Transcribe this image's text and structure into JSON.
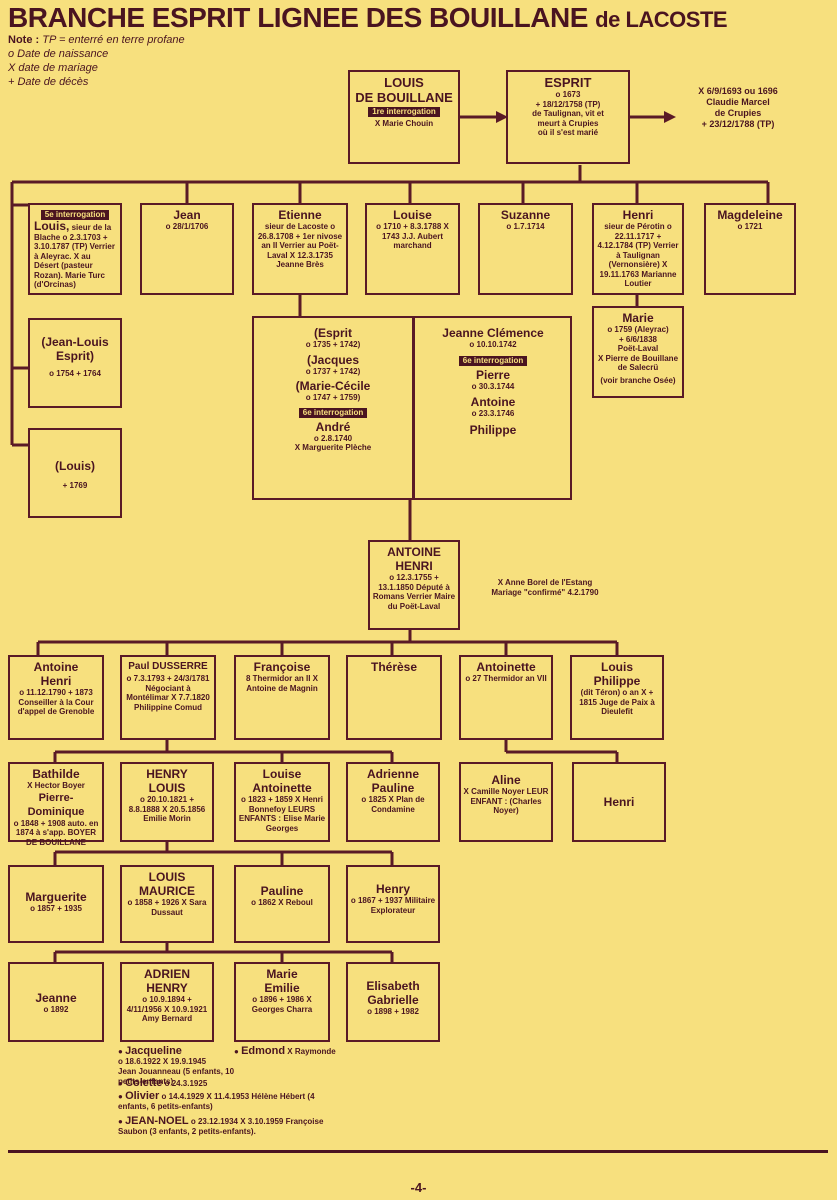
{
  "title": {
    "main": "BRANCHE ESPRIT LIGNEE DES BOUILLANE",
    "suffix": "de LACOSTE"
  },
  "notes": [
    {
      "key": "Note :",
      "text": "TP = enterré en terre profane"
    },
    {
      "key": "",
      "text": "o Date de naissance"
    },
    {
      "key": "",
      "text": "X date de mariage"
    },
    {
      "key": "",
      "text": "+ Date de décès"
    }
  ],
  "gen1": {
    "louis": {
      "name1": "LOUIS",
      "name2": "DE BOUILLANE",
      "badge": "1re interrogation",
      "l1": "X Marie Chouin"
    },
    "esprit": {
      "name": "ESPRIT",
      "l1": "o 1673",
      "l2": "+ 18/12/1758 (TP)",
      "l3": "de Taulignan, vit et",
      "l4": "meurt à Crupies",
      "l5": "où il s'est marié"
    },
    "spouse": {
      "l1": "X 6/9/1693 ou 1696",
      "l2": "Claudie Marcel",
      "l3": "de Crupies",
      "l4": "+ 23/12/1788 (TP)"
    }
  },
  "gen2": [
    {
      "badge": "5e interrogation",
      "name": "Louis,",
      "text": "sieur de la Blache o 2.3.1703 + 3.10.1787 (TP) Verrier à Aleyrac. X au Désert (pasteur Rozan). Marie Turc (d'Orcinas)"
    },
    {
      "name": "Jean",
      "text": "o 28/1/1706"
    },
    {
      "name": "Etienne",
      "text": "sieur de Lacoste o 26.8.1708 + 1er nivose an II Verrier au Poët-Laval X 12.3.1735 Jeanne Brès"
    },
    {
      "name": "Louise",
      "text": "o 1710 + 8.3.1788 X 1743 J.J. Aubert marchand"
    },
    {
      "name": "Suzanne",
      "text": "o 1.7.1714"
    },
    {
      "name": "Henri",
      "text": "sieur de Pérotin o 22.11.1717 + 4.12.1784 (TP) Verrier à Taulignan (Vernonsière) X 19.11.1763 Marianne Loutier"
    },
    {
      "name": "Magdeleine",
      "text": "o 1721"
    }
  ],
  "louis_children": [
    {
      "name": "(Jean-Louis Esprit)",
      "text": "o 1754 + 1764"
    },
    {
      "name": "(Louis)",
      "text": "+ 1769"
    }
  ],
  "marie": {
    "name": "Marie",
    "l1": "o 1759 (Aleyrac)",
    "l2": "+ 6/6/1838",
    "l3": "Poët-Laval",
    "l4": "X Pierre de Bouillane",
    "l5": "de Salecrü",
    "l6": "(voir branche Osée)"
  },
  "etienne_children_left": [
    {
      "name": "(Esprit",
      "text": "o 1735 + 1742)"
    },
    {
      "name": "(Jacques",
      "text": "o 1737 + 1742)"
    },
    {
      "name": "(Marie-Cécile",
      "text": "o 1747 + 1759)"
    },
    {
      "badge": "6e interrogation",
      "name": "André",
      "text": "o 2.8.1740",
      "text2": "X Marguerite Plèche"
    }
  ],
  "etienne_children_right": [
    {
      "name": "Jeanne Clémence",
      "text": "o 10.10.1742"
    },
    {
      "badge": "6e interrogation",
      "name": "Pierre",
      "text": "o 30.3.1744"
    },
    {
      "name": "Antoine",
      "text": "o 23.3.1746"
    },
    {
      "name": "Philippe",
      "text": ""
    }
  ],
  "antoine_henri": {
    "name1": "ANTOINE",
    "name2": "HENRI",
    "text": "o 12.3.1755 + 13.1.1850 Député à Romans Verrier Maire du Poët-Laval"
  },
  "antoine_marriage": {
    "l1": "X Anne Borel de l'Estang",
    "l2": "Mariage \"confirmé\" 4.2.1790"
  },
  "gen4": [
    {
      "name": "Antoine Henri",
      "text": "o 11.12.1790 + 1873 Conseiller à la Cour d'appel de Grenoble"
    },
    {
      "name": "Paul DUSSERRE",
      "text": "o 7.3.1793 + 24/3/1781 Négociant à Montélimar X 7.7.1820 Philippine Comud"
    },
    {
      "name": "Françoise",
      "text": "8 Thermidor an II X Antoine de Magnin"
    },
    {
      "name": "Thérèse",
      "text": ""
    },
    {
      "name": "Antoinette",
      "text": "o 27 Thermidor an VII"
    },
    {
      "name": "Louis Philippe",
      "text": "(dit Téron) o an X + 1815 Juge de Paix à Dieulefit"
    }
  ],
  "gen5": [
    {
      "name": "Bathilde",
      "text": "X Hector Boyer",
      "name2": "Pierre-Dominique",
      "text2": "o 1848 + 1908 auto. en 1874 à s'app. BOYER DE BOUILLANE"
    },
    {
      "name": "HENRY LOUIS",
      "text": "o 20.10.1821 + 8.8.1888 X 20.5.1856 Emilie Morin"
    },
    {
      "name": "Louise Antoinette",
      "text": "o 1823 + 1859 X Henri Bonnefoy LEURS ENFANTS : Elise Marie Georges"
    },
    {
      "name": "Adrienne Pauline",
      "text": "o 1825 X Plan de Condamine"
    },
    {
      "name": "Aline",
      "text": "X Camille Noyer LEUR ENFANT : (Charles Noyer)"
    },
    {
      "name": "Henri",
      "text": ""
    }
  ],
  "gen6": [
    {
      "name": "Marguerite",
      "text": "o 1857 + 1935"
    },
    {
      "name": "LOUIS MAURICE",
      "text": "o 1858 + 1926 X Sara Dussaut"
    },
    {
      "name": "Pauline",
      "text": "o 1862 X Reboul"
    },
    {
      "name": "Henry",
      "text": "o 1867 + 1937 Militaire Explorateur"
    }
  ],
  "gen7": [
    {
      "name": "Jeanne",
      "text": "o 1892"
    },
    {
      "name": "ADRIEN HENRY",
      "text": "o 10.9.1894 + 4/11/1956 X 10.9.1921 Amy Bernard"
    },
    {
      "name": "Marie Emilie",
      "text": "o 1896 + 1986 X Georges Charra"
    },
    {
      "name": "Elisabeth Gabrielle",
      "text": "o 1898 + 1982"
    }
  ],
  "descendants": [
    {
      "name": "Jacqueline",
      "text": "o 18.6.1922 X 19.9.1945",
      "text2": "Jean Jouanneau (5 enfants, 10 petits-enfants)"
    },
    {
      "name": "Edmond",
      "text": "X Raymonde"
    },
    {
      "name": "Colette",
      "text": "o 24.3.1925"
    },
    {
      "name": "Olivier",
      "text": "o 14.4.1929 X 11.4.1953 Hélène Hébert (4",
      "text2": "enfants, 6 petits-enfants)"
    },
    {
      "name": "JEAN-NOEL",
      "text": "o 23.12.1934 X 3.10.1959 Françoise",
      "text2": "Saubon (3 enfants, 2 petits-enfants)."
    }
  ],
  "page_number": "-4-"
}
